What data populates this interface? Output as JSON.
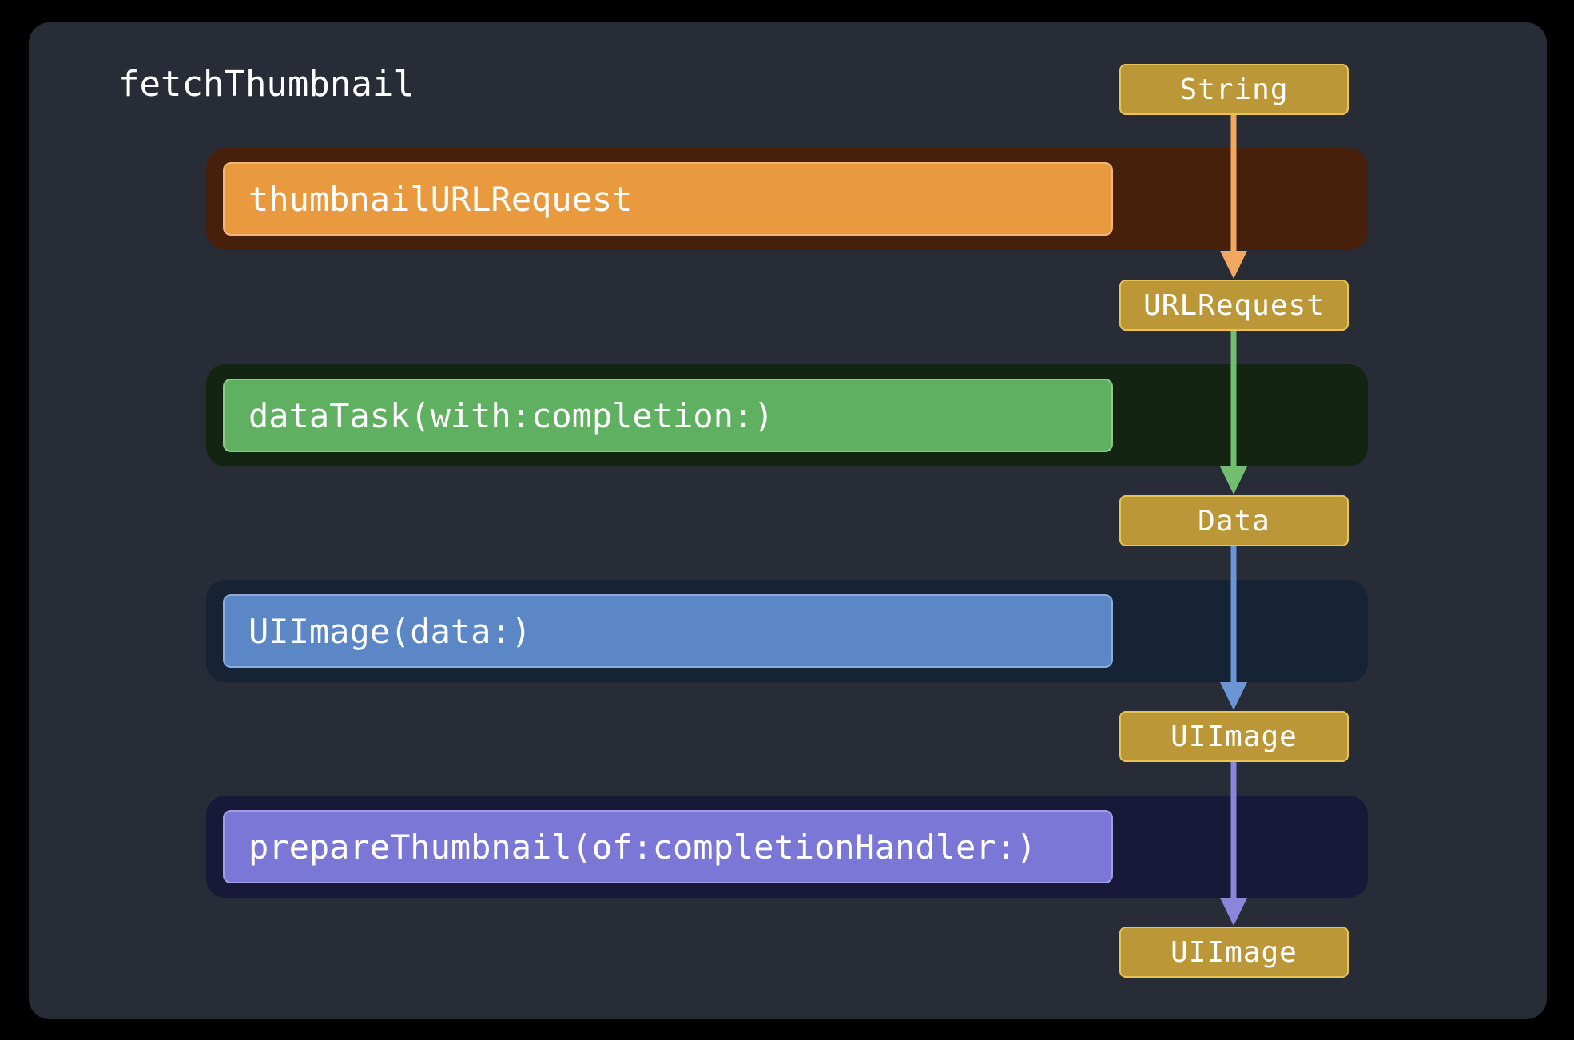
{
  "diagram": {
    "title": "fetchThumbnail",
    "steps": [
      {
        "function": "thumbnailURLRequest",
        "output_type": "URLRequest",
        "accent": "#e99a3e",
        "band": "#46200b",
        "arrow": "#f2a860"
      },
      {
        "function": "dataTask(with:completion:)",
        "output_type": "Data",
        "accent": "#60b062",
        "band": "#132512",
        "arrow": "#72be70"
      },
      {
        "function": "UIImage(data:)",
        "output_type": "UIImage",
        "accent": "#5b87c7",
        "band": "#152335",
        "arrow": "#6b95d4"
      },
      {
        "function": "prepareThumbnail(of:completionHandler:)",
        "output_type": "UIImage",
        "accent": "#7a77d6",
        "band": "#181839",
        "arrow": "#8986dc"
      }
    ],
    "input_type": "String",
    "type_color": "#bb9738"
  }
}
